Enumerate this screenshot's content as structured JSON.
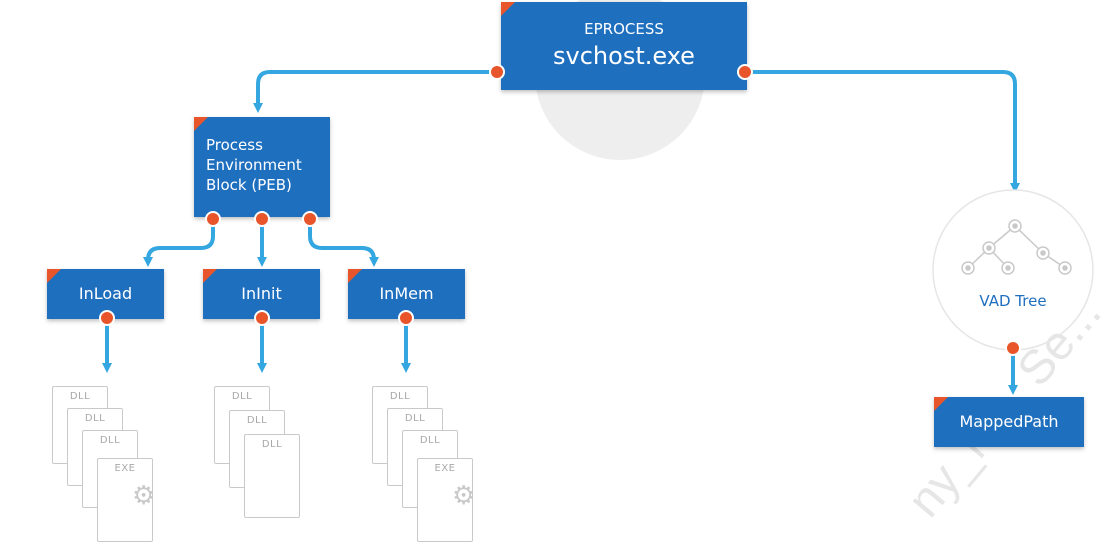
{
  "root": {
    "type_label": "EPROCESS",
    "process_name": "svchost.exe"
  },
  "peb": {
    "line1": "Process",
    "line2": "Environment",
    "line3": "Block (PEB)"
  },
  "lists": {
    "inload": "InLoad",
    "ininit": "InInit",
    "inmem": "InMem"
  },
  "vad": {
    "label": "VAD Tree"
  },
  "mapped": {
    "label": "MappedPath"
  },
  "modules": {
    "inload": [
      "DLL",
      "DLL",
      "DLL",
      "EXE"
    ],
    "ininit": [
      "DLL",
      "DLL",
      "DLL"
    ],
    "inmem": [
      "DLL",
      "DLL",
      "DLL",
      "EXE"
    ]
  },
  "watermark": "ny_m... Se...",
  "colors": {
    "node_blue": "#1f6fbf",
    "accent_orange": "#e8552a",
    "connector_blue": "#34a7e0",
    "doc_gray": "#c9c9c9"
  }
}
